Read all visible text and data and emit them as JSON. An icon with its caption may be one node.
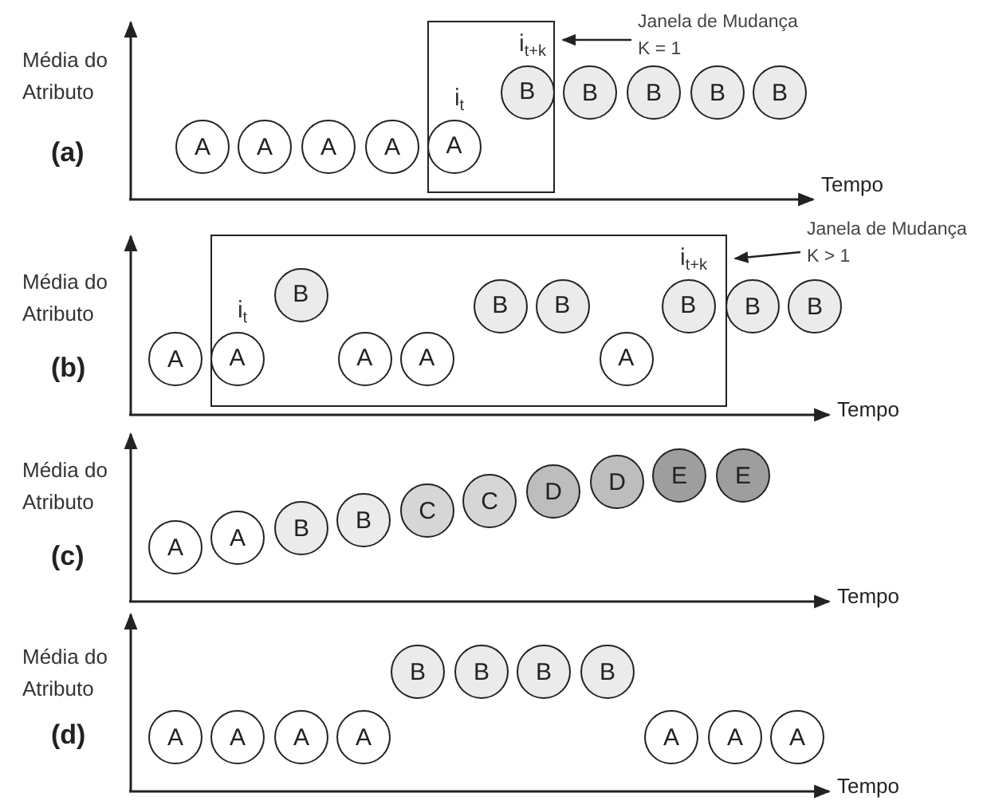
{
  "diagram": {
    "nodes": [
      {
        "text": [],
        "shape": "box"
      },
      {
        "text": [
          "A"
        ]
      },
      {
        "text": [
          "A"
        ]
      },
      {
        "text": [
          "A"
        ]
      },
      {
        "text": [
          "A"
        ]
      },
      {
        "text": [
          "A"
        ],
        "in": 0,
        "beside": [
          "i$_{t}$"
        ]
      },
      {
        "text": [
          "B"
        ],
        "in": 0,
        "beside": [
          "i$_{t+k}$"
        ]
      },
      {
        "text": [
          "B"
        ]
      },
      {
        "text": [
          "B"
        ]
      },
      {
        "text": [
          "B"
        ]
      },
      {
        "text": [
          "B"
        ]
      },
      {
        "text": [
          "Janela de Mudança",
          "K = 1"
        ]
      },
      {
        "text": [],
        "shape": "box"
      },
      {
        "text": [
          "A"
        ]
      },
      {
        "text": [
          "A"
        ],
        "in": 12,
        "beside": [
          "i$_{t}$"
        ]
      },
      {
        "text": [
          "B"
        ],
        "in": 12
      },
      {
        "text": [
          "A"
        ],
        "in": 12
      },
      {
        "text": [
          "A"
        ],
        "in": 12
      },
      {
        "text": [
          "B"
        ],
        "in": 12
      },
      {
        "text": [
          "B"
        ],
        "in": 12
      },
      {
        "text": [
          "A"
        ],
        "in": 12
      },
      {
        "text": [
          "B"
        ],
        "in": 12,
        "beside": [
          "i$_{t+k}$"
        ]
      },
      {
        "text": [
          "B"
        ]
      },
      {
        "text": [
          "B"
        ]
      },
      {
        "text": [
          "Janela de Mudança",
          "K > 1"
        ]
      },
      {
        "text": [
          "A"
        ]
      },
      {
        "text": [
          "A"
        ]
      },
      {
        "text": [
          "B"
        ]
      },
      {
        "text": [
          "B"
        ]
      },
      {
        "text": [
          "C"
        ]
      },
      {
        "text": [
          "C"
        ]
      },
      {
        "text": [
          "D"
        ]
      },
      {
        "text": [
          "D"
        ]
      },
      {
        "text": [
          "E"
        ]
      },
      {
        "text": [
          "E"
        ]
      },
      {
        "text": [
          "A"
        ]
      },
      {
        "text": [
          "A"
        ]
      },
      {
        "text": [
          "A"
        ]
      },
      {
        "text": [
          "A"
        ]
      },
      {
        "text": [
          "B"
        ]
      },
      {
        "text": [
          "B"
        ]
      },
      {
        "text": [
          "B"
        ]
      },
      {
        "text": [
          "B"
        ]
      },
      {
        "text": [
          "A"
        ]
      },
      {
        "text": [
          "A"
        ]
      },
      {
        "text": [
          "A"
        ]
      }
    ],
    "edges": [
      {
        "from": 11,
        "to": 0,
        "arrow": "to"
      },
      {
        "from": 24,
        "to": 12,
        "arrow": "to"
      }
    ],
    "labels": [
      "Média do Atributo",
      "(a)",
      "Tempo",
      "Média do Atributo",
      "(b)",
      "Tempo",
      "Média do Atributo",
      "(c)",
      "Tempo",
      "Média do Atributo",
      "(d)",
      "Tempo"
    ]
  }
}
